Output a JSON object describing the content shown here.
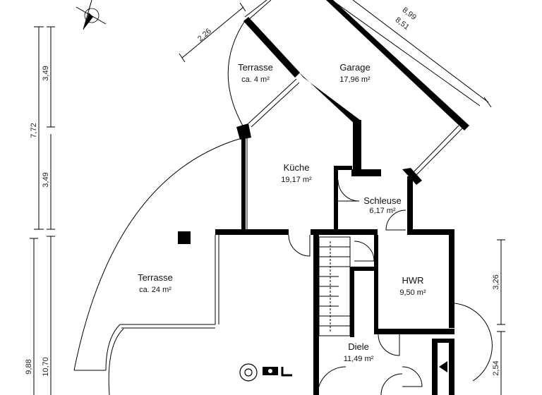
{
  "rooms": {
    "terrasse_small": {
      "name": "Terrasse",
      "area": "ca. 4 m²"
    },
    "garage": {
      "name": "Garage",
      "area": "17,96 m²"
    },
    "kueche": {
      "name": "Küche",
      "area": "19,17 m²"
    },
    "schleuse": {
      "name": "Schleuse",
      "area": "6,17 m²"
    },
    "terrasse_large": {
      "name": "Terrasse",
      "area": "ca. 24 m²"
    },
    "hwr": {
      "name": "HWR",
      "area": "9,50 m²"
    },
    "diele": {
      "name": "Diele",
      "area": "11,49 m²"
    }
  },
  "dimensions": {
    "top_226": "2,26",
    "top_899": "8,99",
    "top_851": "8,51",
    "left_349a": "3,49",
    "left_772": "7,72",
    "left_349b": "3,49",
    "left_988": "9,88",
    "left_1070": "10,70",
    "right_326": "3,26",
    "right_254": "2,54"
  }
}
